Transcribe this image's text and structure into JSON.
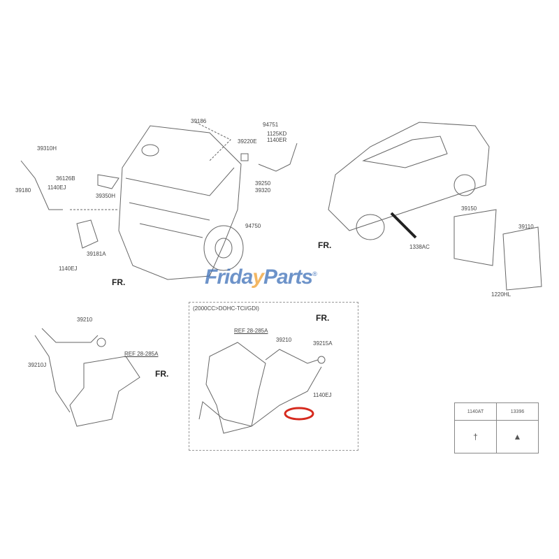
{
  "engine_labels": {
    "p39186": "39186",
    "p94751": "94751",
    "p1125KD": "1125KD",
    "p1140ER": "1140ER",
    "p39220E": "39220E",
    "p39310H": "39310H",
    "p36126B": "36126B",
    "p1140EJ_a": "1140EJ",
    "p39180": "39180",
    "p39350H": "39350H",
    "p39250": "39250",
    "p39320": "39320",
    "p94750": "94750",
    "p39181A": "39181A",
    "p1140EJ_b": "1140EJ",
    "fr": "FR."
  },
  "vehicle_labels": {
    "p39150": "39150",
    "p39110": "39110",
    "p1338AC": "1338AC",
    "p1220HL": "1220HL",
    "fr": "FR."
  },
  "exhaust_left": {
    "p39210": "39210",
    "p39210J": "39210J",
    "ref": "REF 28-285A",
    "fr": "FR."
  },
  "exhaust_variant": {
    "title": "(2000CC>DOHC-TCI/GDI)",
    "ref": "REF 28-285A",
    "p39210": "39210",
    "p39215A": "39215A",
    "p1140EJ": "1140EJ",
    "fr": "FR.",
    "highlight_color": "#d62a1e"
  },
  "fastener_table": {
    "headers": [
      "1140AT",
      "13396"
    ],
    "icons": [
      "bolt-icon",
      "nut-icon"
    ]
  },
  "watermark": {
    "text_a": "Frida",
    "text_b": "y",
    "text_c": "Parts",
    "mark": "®",
    "color": "#3d6fb8",
    "accent": "#f0a030"
  }
}
